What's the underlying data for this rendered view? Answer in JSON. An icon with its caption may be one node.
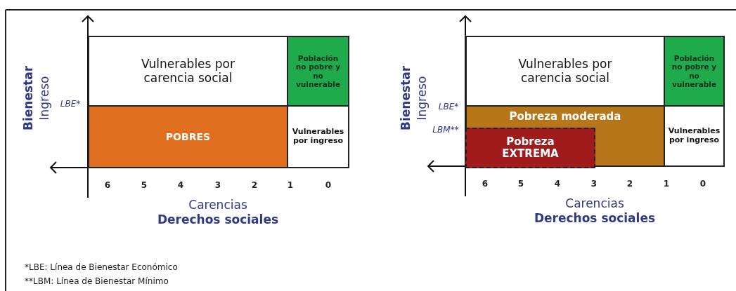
{
  "diagram": {
    "nodes": [
      {
        "text": [
          "Vulnerables por carencia social"
        ]
      },
      {
        "text": [
          "Población no pobre y no vulnerable"
        ]
      },
      {
        "text": [
          "POBRES"
        ]
      },
      {
        "text": [
          "Vulnerables por ingreso"
        ]
      },
      {
        "text": [
          "Vulnerables por carencia social"
        ]
      },
      {
        "text": [
          "Población no pobre y no vulnerable"
        ]
      },
      {
        "text": [
          "Pobreza moderada"
        ]
      },
      {
        "text": [
          "Pobreza EXTREMA"
        ],
        "in": 6
      },
      {
        "text": [
          "Vulnerables por ingreso"
        ]
      }
    ],
    "labels": [
      "Bienestar",
      "Ingreso",
      "LBE*",
      "6",
      "5",
      "4",
      "3",
      "2",
      "1",
      "0",
      "Carencias",
      "Derechos sociales",
      "Bienestar",
      "Ingreso",
      "LBE*",
      "LBM**",
      "6",
      "5",
      "4",
      "3",
      "2",
      "1",
      "0",
      "Carencias",
      "Derechos sociales",
      "*LBE: Línea de Bienestar Económico",
      "**LBM: Línea de Bienestar Mínimo"
    ]
  }
}
